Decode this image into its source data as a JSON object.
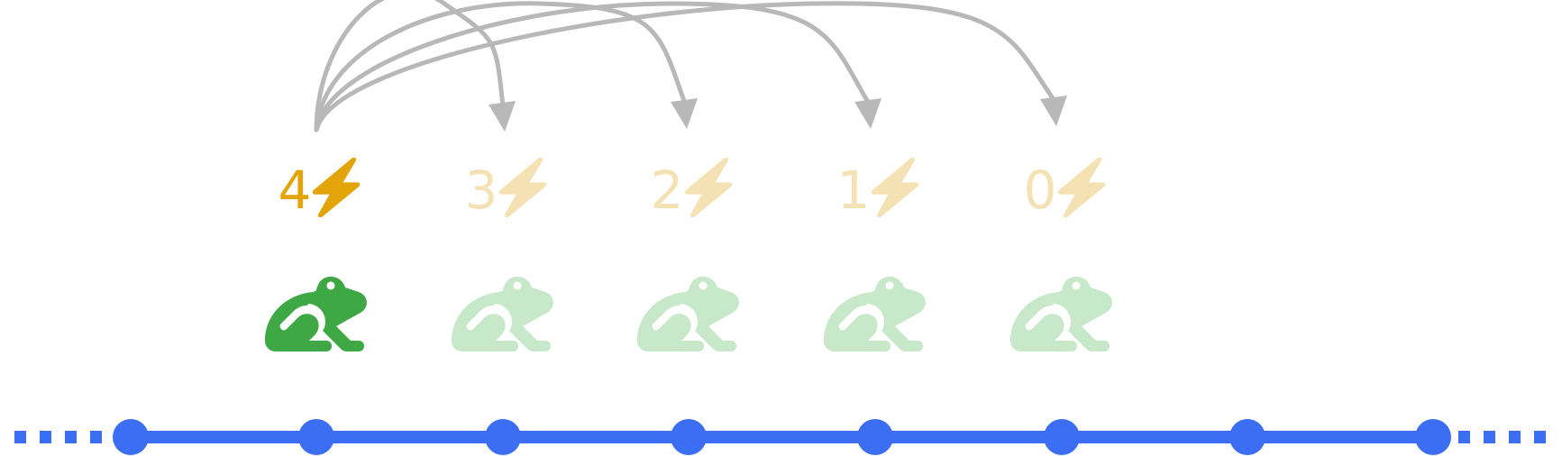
{
  "colors": {
    "arrow": "#b8b8b8",
    "energy_active": "#e3a40a",
    "energy_inactive": "#f5e2b4",
    "frog_active": "#3ea845",
    "frog_inactive": "#c7e8c9",
    "track": "#3b6ef2"
  },
  "icons": {
    "energy": "lightning-bolt-icon",
    "frog": "frog-icon"
  },
  "energy_levels": [
    {
      "value": "4",
      "active": true
    },
    {
      "value": "3",
      "active": false
    },
    {
      "value": "2",
      "active": false
    },
    {
      "value": "1",
      "active": false
    },
    {
      "value": "0",
      "active": false
    }
  ],
  "frogs": [
    {
      "active": true
    },
    {
      "active": false
    },
    {
      "active": false
    },
    {
      "active": false
    },
    {
      "active": false
    }
  ],
  "track": {
    "stones": 8,
    "dotted_left": true,
    "dotted_right": true
  },
  "jumps": [
    {
      "from_stone": 2,
      "to_stone": 3
    },
    {
      "from_stone": 2,
      "to_stone": 4
    },
    {
      "from_stone": 2,
      "to_stone": 5
    },
    {
      "from_stone": 2,
      "to_stone": 6
    }
  ]
}
